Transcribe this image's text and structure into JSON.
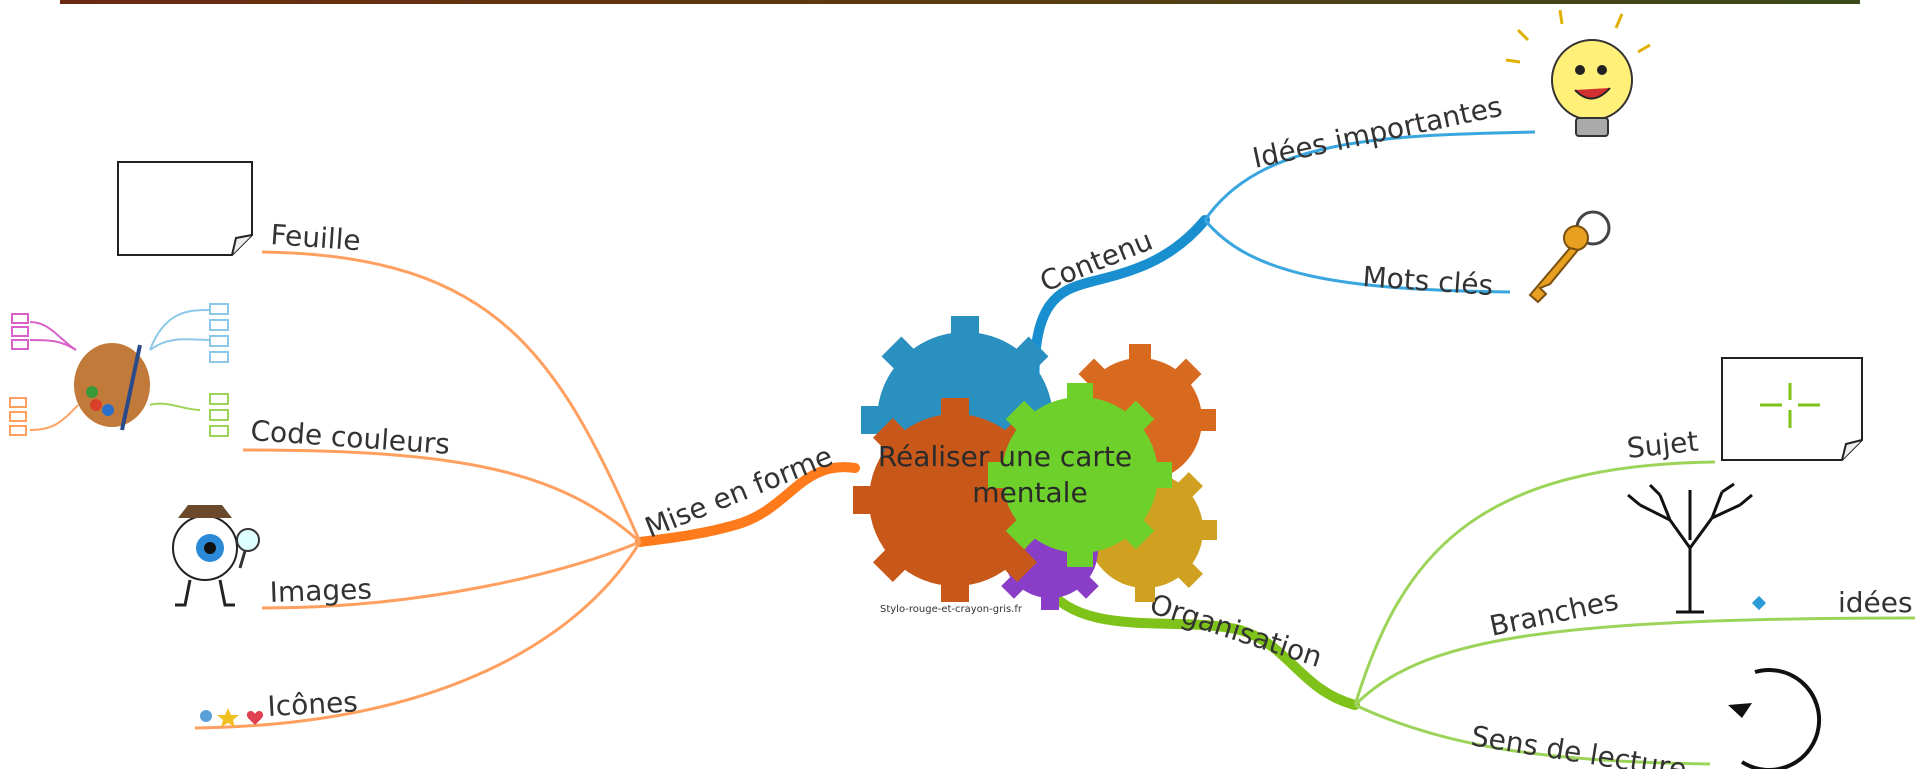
{
  "center": {
    "line1": "Réaliser une carte",
    "line2": "mentale",
    "credit": "Stylo-rouge-et-crayon-gris.fr"
  },
  "branches": {
    "mise_en_forme": {
      "label": "Mise en forme",
      "color": "#ff8c3a",
      "children": [
        "Feuille",
        "Code couleurs",
        "Images",
        "Icônes"
      ]
    },
    "contenu": {
      "label": "Contenu",
      "color": "#2a9bd6",
      "children": [
        "Idées importantes",
        "Mots clés"
      ]
    },
    "organisation": {
      "label": "Organisation",
      "color": "#8ccc3a",
      "children": [
        "Sujet",
        "Branches",
        "Sens de lecture"
      ],
      "extra": "idées"
    }
  },
  "icons": [
    "blank-page-icon",
    "color-palette-icon",
    "eye-detective-icon",
    "small-icons-set",
    "lightbulb-icon",
    "key-icon",
    "focus-page-icon",
    "tree-icon",
    "circular-arrow-icon",
    "gears-icon"
  ]
}
